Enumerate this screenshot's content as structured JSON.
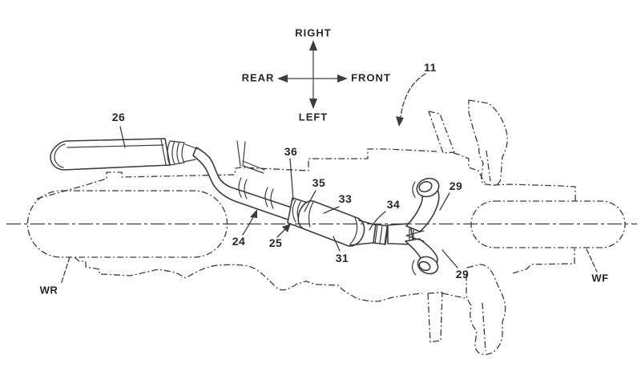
{
  "figure": {
    "type": "patent-style motorcycle exhaust bottom-view line drawing",
    "colors": {
      "background": "#ffffff",
      "line": "#3c3c3c",
      "text": "#272727"
    },
    "compass": {
      "top": "RIGHT",
      "bottom": "LEFT",
      "left": "REAR",
      "right": "FRONT"
    },
    "labels": {
      "ref11": "11",
      "ref24": "24",
      "ref25": "25",
      "ref26": "26",
      "ref29_upper": "29",
      "ref29_lower": "29",
      "ref31": "31",
      "ref33": "33",
      "ref34": "34",
      "ref35": "35",
      "ref36": "36",
      "rear_wheel": "WR",
      "front_wheel": "WF"
    }
  }
}
